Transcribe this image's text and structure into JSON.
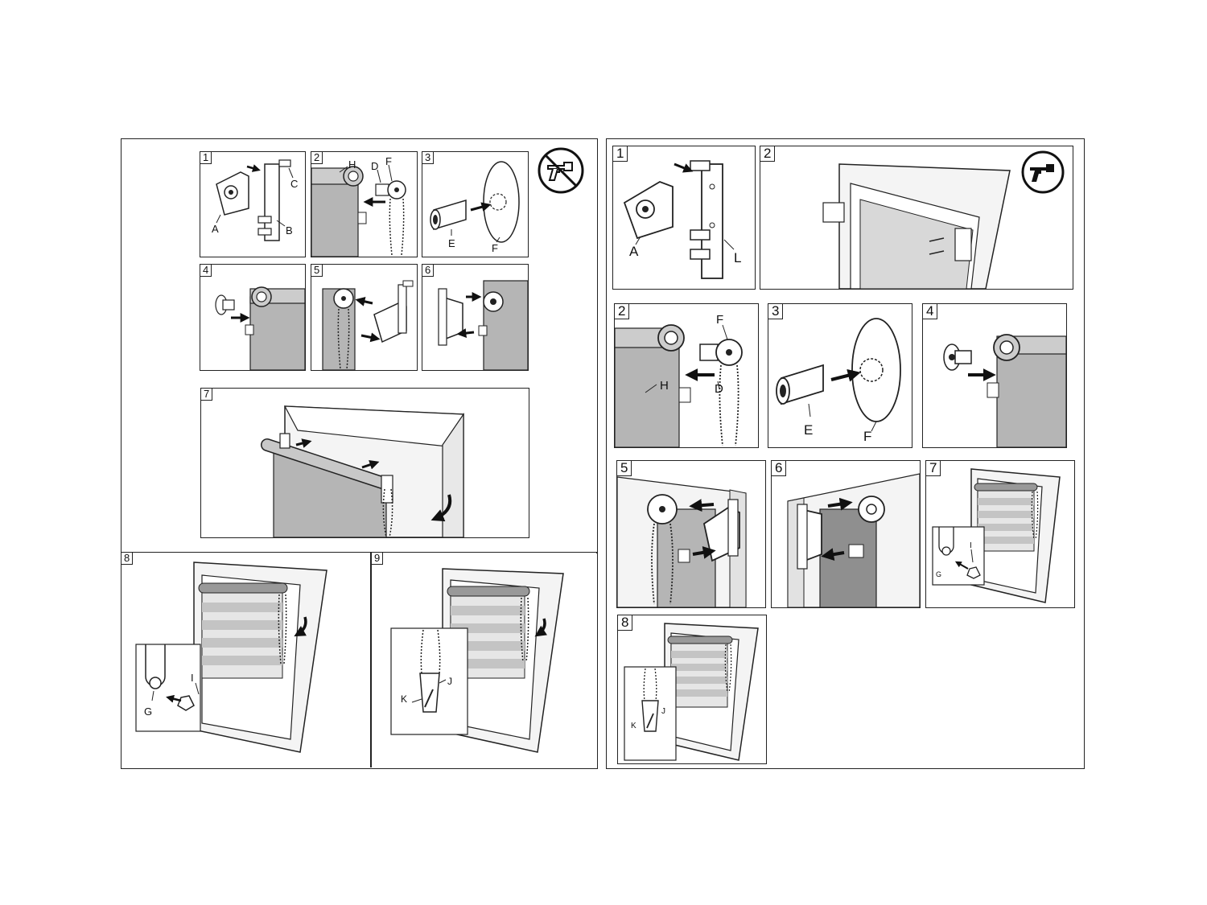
{
  "colors": {
    "line": "#222222",
    "fabric": "#b5b5b5",
    "fabric_dark": "#8f8f8f",
    "frame": "#f4f4f4",
    "arrow": "#111111"
  },
  "icons": {
    "no_drill": "no-drill-icon",
    "drill": "drill-icon"
  },
  "left_sheet": {
    "steps": [
      {
        "num": "1",
        "labels": {
          "a": "A",
          "b": "B",
          "c": "C"
        }
      },
      {
        "num": "2",
        "labels": {
          "h": "H",
          "d": "D",
          "f": "F"
        }
      },
      {
        "num": "3",
        "labels": {
          "e": "E",
          "f": "F"
        }
      },
      {
        "num": "4"
      },
      {
        "num": "5"
      },
      {
        "num": "6"
      },
      {
        "num": "7"
      },
      {
        "num": "8",
        "labels": {
          "g": "G",
          "i": "I"
        }
      },
      {
        "num": "9",
        "labels": {
          "k": "K",
          "j": "J"
        }
      }
    ]
  },
  "right_sheet": {
    "steps": [
      {
        "num": "1",
        "labels": {
          "a": "A",
          "l": "L"
        }
      },
      {
        "num": "2"
      },
      {
        "num": "2",
        "labels": {
          "h": "H",
          "f": "F",
          "d": "D"
        }
      },
      {
        "num": "3",
        "labels": {
          "e": "E",
          "f": "F"
        }
      },
      {
        "num": "4"
      },
      {
        "num": "5"
      },
      {
        "num": "6"
      },
      {
        "num": "7",
        "labels": {
          "g": "G",
          "i": "I"
        }
      },
      {
        "num": "8",
        "labels": {
          "k": "K",
          "j": "J"
        }
      }
    ]
  }
}
